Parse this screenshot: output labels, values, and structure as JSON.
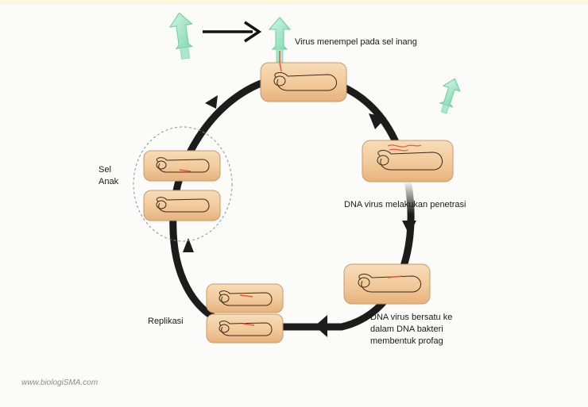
{
  "labels": {
    "attach": "Virus menempel pada sel inang",
    "penetration": "DNA virus melakukan penetrasi",
    "integrate": [
      "DNA virus bersatu ke",
      "dalam DNA bakteri",
      "membentuk profag"
    ],
    "replication": "Replikasi",
    "daughter": [
      "Sel",
      "Anak"
    ]
  },
  "watermark": "www.biologiSMA.com",
  "colors": {
    "cell_fill": "#f2c99a",
    "cell_stroke": "#c79a66",
    "cycle_stroke": "#1c1c1c",
    "virus_fill": "#9fe3c3",
    "viral_dna": "#e8583a"
  },
  "icons": [
    "virus-icon",
    "arrow-right-icon",
    "cycle-arrow-icon",
    "bacterium-icon"
  ]
}
